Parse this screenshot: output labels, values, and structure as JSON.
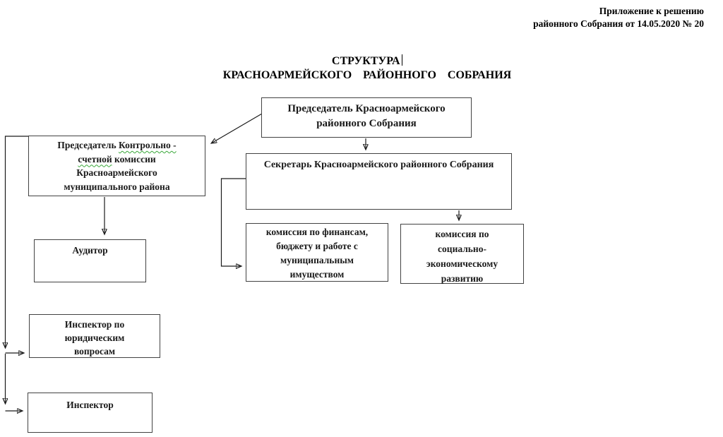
{
  "colors": {
    "background": "#ffffff",
    "text": "#1a1a1a",
    "box_border": "#424242",
    "connector": "#1a1a1a",
    "spellcheck_underline": "#39a839"
  },
  "document": {
    "annotation_line1": "Приложение к решению",
    "annotation_line2": "районного Собрания от 14.05.2020 № 20",
    "title_line1": "СТРУКТУРА",
    "title_line2": "КРАСНОАРМЕЙСКОГО  РАЙОННОГО  СОБРАНИЯ"
  },
  "org_chart": {
    "chairman": {
      "line1": "Председатель Красноармейского",
      "line2": "районного Собрания"
    },
    "control_chairman": {
      "line1_a": "Председатель ",
      "line1_b": "Контрольно -",
      "line2_a": "счетной",
      "line2_b": " комиссии",
      "line3": "Красноармейского",
      "line4": "муниципального района"
    },
    "secretary": {
      "line1": "Секретарь Красноармейского районного Собрания"
    },
    "finance_commission": {
      "line1": "комиссия по финансам,",
      "line2": "бюджету и работе с",
      "line3": "муниципальным",
      "line4": "имуществом"
    },
    "social_commission": {
      "line1": "комиссия по",
      "line2": "социально-",
      "line3": "экономическому",
      "line4": "развитию"
    },
    "auditor": {
      "line1": "Аудитор"
    },
    "legal_inspector": {
      "line1": "Инспектор по",
      "line2": "юридическим",
      "line3": "вопросам"
    },
    "inspector": {
      "line1": "Инспектор"
    }
  }
}
